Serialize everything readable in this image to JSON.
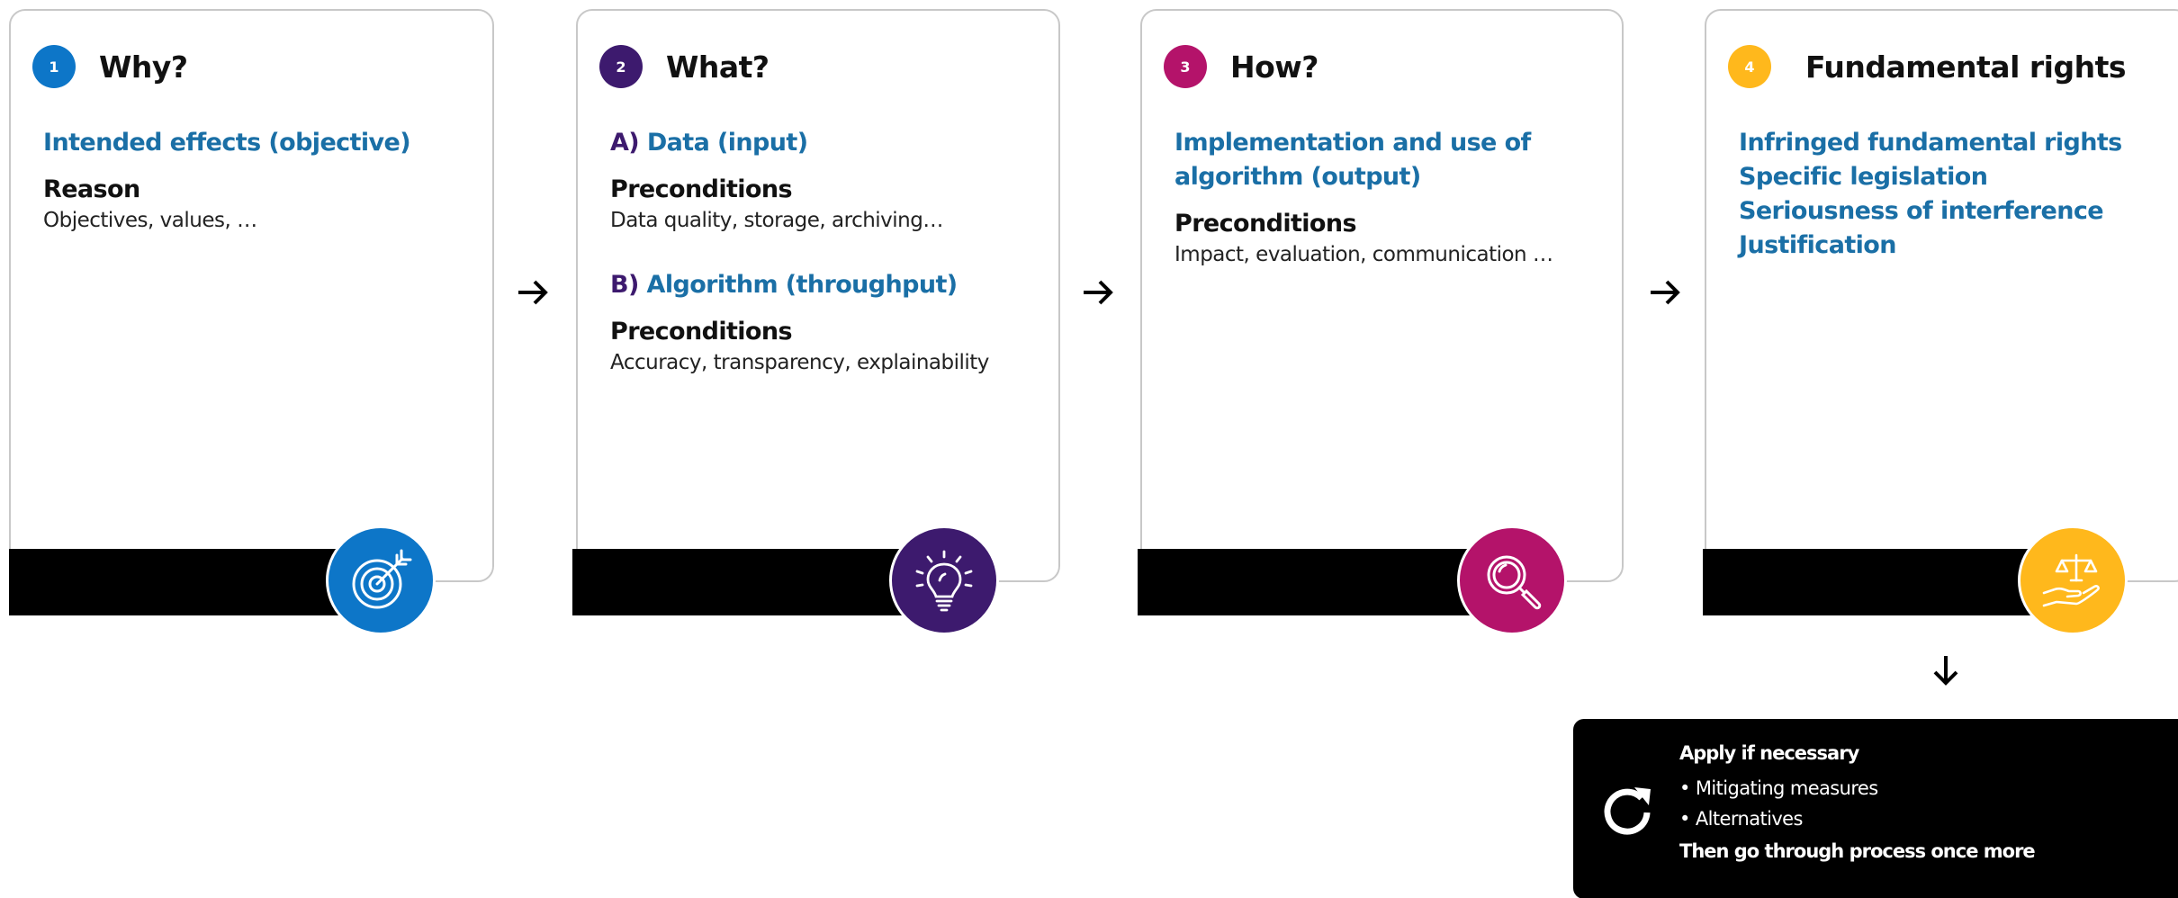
{
  "colors": {
    "step1": "#0d76c8",
    "step2": "#3d1a6e",
    "step3": "#b4136a",
    "step4": "#ffb81c",
    "link_blue": "#1a6fa6"
  },
  "steps": [
    {
      "number": "1",
      "title": "Why?",
      "icon": "target-icon",
      "objective": "Intended effects (objective)",
      "label": "Reason",
      "text": "Objectives, values, …"
    },
    {
      "number": "2",
      "title": "What?",
      "icon": "lightbulb-icon",
      "a_prefix": "A)",
      "a_title": "Data (input)",
      "a_label": "Preconditions",
      "a_text": "Data quality, storage, archiving…",
      "b_prefix": "B)",
      "b_title": "Algorithm  (throughput)",
      "b_label": "Preconditions",
      "b_text": "Accuracy, transparency, explainability"
    },
    {
      "number": "3",
      "title": "How?",
      "icon": "magnifier-icon",
      "output_line1": "Implementation and use of",
      "output_line2": "algorithm  (output)",
      "label": "Preconditions",
      "text": "Impact, evaluation, communication …"
    },
    {
      "number": "4",
      "title": "Fundamental rights",
      "icon": "scales-hand-icon",
      "items": [
        "Infringed fundamental rights",
        "Specific legislation",
        "Seriousness of interference",
        "Justification"
      ]
    }
  ],
  "mitigation": {
    "icon": "refresh-icon",
    "title": "Apply if necessary",
    "bullet1": "• Mitigating measures",
    "bullet2": "• Alternatives",
    "final": "Then go through process once more"
  }
}
